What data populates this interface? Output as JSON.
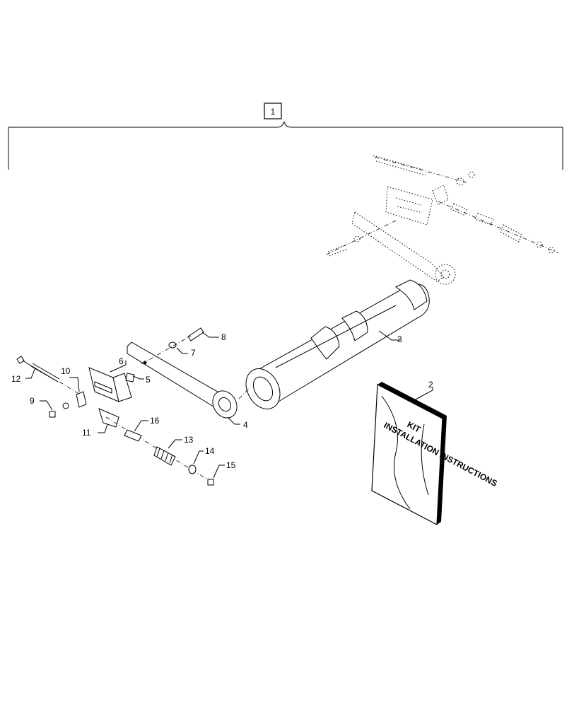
{
  "assembly_label": "1",
  "callouts": [
    {
      "id": "2",
      "text": "2"
    },
    {
      "id": "3",
      "text": "3"
    },
    {
      "id": "4",
      "text": "4"
    },
    {
      "id": "5",
      "text": "5"
    },
    {
      "id": "6",
      "text": "6"
    },
    {
      "id": "7",
      "text": "7"
    },
    {
      "id": "8",
      "text": "8"
    },
    {
      "id": "9",
      "text": "9"
    },
    {
      "id": "10",
      "text": "10"
    },
    {
      "id": "11",
      "text": "11"
    },
    {
      "id": "12",
      "text": "12"
    },
    {
      "id": "13",
      "text": "13"
    },
    {
      "id": "14",
      "text": "14"
    },
    {
      "id": "15",
      "text": "15"
    },
    {
      "id": "16",
      "text": "16"
    }
  ],
  "booklet": {
    "line1": "KIT",
    "line2": "INSTALLATION INSTRUCTIONS"
  }
}
